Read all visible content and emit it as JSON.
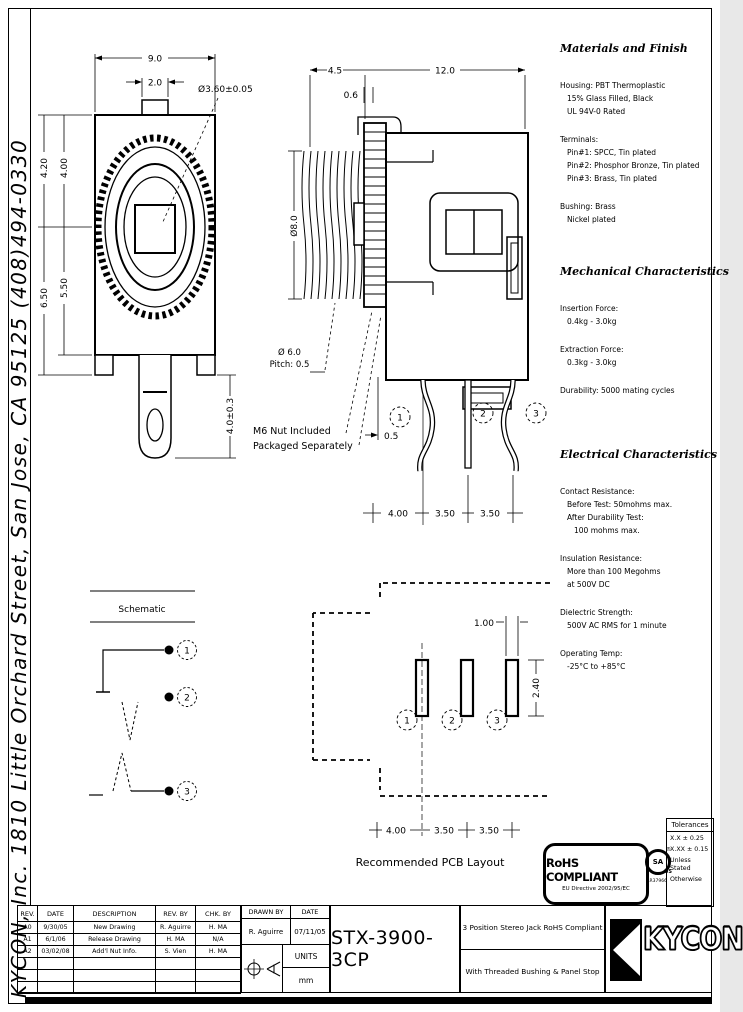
{
  "sidebar": {
    "company": "KYCON, Inc. 1810 Little Orchard Street, San Jose, CA 95125 (408)494-0330"
  },
  "front_view": {
    "dim_width": "9.0",
    "dim_tab": "2.0",
    "dim_hole": "Ø3.60±0.05",
    "dim_upper_outer": "4.20",
    "dim_upper_inner": "4.00",
    "dim_lower_inner": "5.50",
    "dim_lower_outer": "6.50",
    "dim_pin_len": "4.0±0.3"
  },
  "side_view": {
    "dim_bushing": "4.5",
    "dim_body": "12.0",
    "dim_washer": "0.6",
    "dim_dia": "Ø8.0",
    "thread_dia": "Ø 6.0",
    "thread_pitch": "Pitch: 0.5",
    "dim_standoff": "0.5",
    "dim_sp1": "4.00",
    "dim_sp2": "3.50",
    "dim_sp3": "3.50",
    "pin1": "1",
    "pin2": "2",
    "pin3": "3",
    "note1": "M6 Nut Included",
    "note2": "Packaged Separately"
  },
  "schematic": {
    "title": "Schematic",
    "pin1": "1",
    "pin2": "2",
    "pin3": "3"
  },
  "pcb": {
    "caption": "Recommended PCB Layout",
    "dim_pad_w": "1.00",
    "dim_pad_h": "2.40",
    "dim_sp1": "4.00",
    "dim_sp2": "3.50",
    "dim_sp3": "3.50",
    "pin1": "1",
    "pin2": "2",
    "pin3": "3"
  },
  "materials": {
    "title": "Materials and Finish",
    "lines": [
      "Housing: PBT Thermoplastic",
      "15% Glass Filled, Black",
      "UL 94V-0 Rated",
      "Terminals:",
      "Pin#1: SPCC, Tin plated",
      "Pin#2: Phosphor Bronze, Tin plated",
      "Pin#3: Brass, Tin plated",
      "Bushing: Brass",
      "Nickel plated"
    ]
  },
  "mechanical": {
    "title": "Mechanical Characteristics",
    "lines": [
      "Insertion Force:",
      "0.4kg - 3.0kg",
      "Extraction Force:",
      "0.3kg - 3.0kg",
      "Durability: 5000 mating cycles"
    ]
  },
  "electrical": {
    "title": "Electrical Characteristics",
    "lines": [
      "Contact Resistance:",
      "Before Test: 50mohms max.",
      "After Durability Test:",
      "100 mohms max.",
      "Insulation Resistance:",
      "More than 100 Megohms",
      "at 500V DC",
      "Dielectric Strength:",
      "500V AC RMS for 1 minute",
      "Operating Temp:",
      "-25°C to +85°C"
    ]
  },
  "compliance": {
    "rohs_title": "RoHS COMPLIANT",
    "rohs_sub": "EU Directive 2002/95/EC",
    "csa_mark": "SA",
    "csa_reg": "®",
    "csa_us": "US",
    "csa_file": "LR37966"
  },
  "tolerances": {
    "title": "Tolerances",
    "lines": [
      "X.X ± 0.25",
      "X.XX ± 0.15",
      "Unless Stated",
      "Otherwise"
    ]
  },
  "title_block": {
    "rev_table": {
      "headers": [
        "REV.",
        "DATE",
        "DESCRIPTION",
        "REV. BY",
        "CHK. BY"
      ],
      "rows": [
        [
          "A0",
          "9/30/05",
          "New Drawing",
          "R. Aguirre",
          "H. MA"
        ],
        [
          "A1",
          "6/1/06",
          "Release Drawing",
          "H. MA",
          "N/A"
        ],
        [
          "A2",
          "03/02/08",
          "Add'l Nut Info.",
          "S. Vien",
          "H. MA"
        ]
      ]
    },
    "drawn_by_label": "DRAWN BY",
    "date_label": "DATE",
    "drawn_by": "R. Aguirre",
    "drawn_date": "07/11/05",
    "units_label": "UNITS",
    "units_value": "mm",
    "part_number": "STX-3900-3CP",
    "desc_line1": "3 Position Stereo Jack  RoHS Compliant",
    "desc_line2": "With Threaded Bushing & Panel Stop",
    "logo_text": "KYCON"
  }
}
